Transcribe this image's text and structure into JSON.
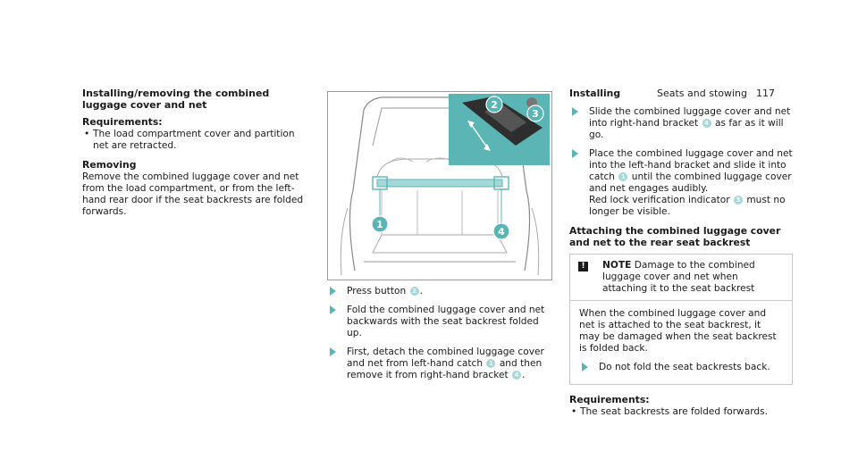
{
  "header": {
    "section": "Seats and stowing",
    "page": "117"
  },
  "col1": {
    "title": "Installing/removing the combined luggage cover and net",
    "requirements_heading": "Requirements:",
    "requirement": "The load compartment cover and partition net are retracted.",
    "removing_heading": "Removing",
    "removing_text": "Remove the combined luggage cover and net from the load compartment, or from the left-hand rear door if the seat backrests are folded forwards."
  },
  "figure": {
    "callouts": [
      "1",
      "2",
      "3",
      "4"
    ]
  },
  "col2": {
    "step1_pre": "Press button ",
    "step1_num": "2",
    "step1_post": ".",
    "step2": "Fold the combined luggage cover and net backwards with the seat backrest folded up.",
    "step3_pre": "First, detach the combined luggage cover and net from left-hand catch ",
    "step3_num1": "1",
    "step3_mid": " and then remove it from right-hand bracket ",
    "step3_num2": "4",
    "step3_post": "."
  },
  "col3": {
    "installing_heading": "Installing",
    "step1_pre": "Slide the combined luggage cover and net into right-hand bracket ",
    "step1_num": "4",
    "step1_post": " as far as it will go.",
    "step2_pre": "Place the combined luggage cover and net into the left-hand bracket and slide it into catch ",
    "step2_num1": "1",
    "step2_mid": " until the combined luggage cover and net engages audibly.",
    "step2_line2_pre": "Red lock verification indicator ",
    "step2_num2": "3",
    "step2_line2_post": " must no longer be visible.",
    "attaching_heading": "Attaching the combined luggage cover and net to the rear seat backrest",
    "note_icon": "!",
    "note_label": "NOTE",
    "note_title": " Damage to the combined luggage cover and net when attaching it to the seat backrest",
    "note_body": "When the combined luggage cover and net is attached to the seat backrest, it may be damaged when the seat backrest is folded back.",
    "note_step": "Do not fold the seat backrests back.",
    "requirements_heading": "Requirements:",
    "requirement": "The seat backrests are folded forwards."
  },
  "colors": {
    "accent": "#5bb5b5",
    "callout": "#a4d7d7"
  }
}
